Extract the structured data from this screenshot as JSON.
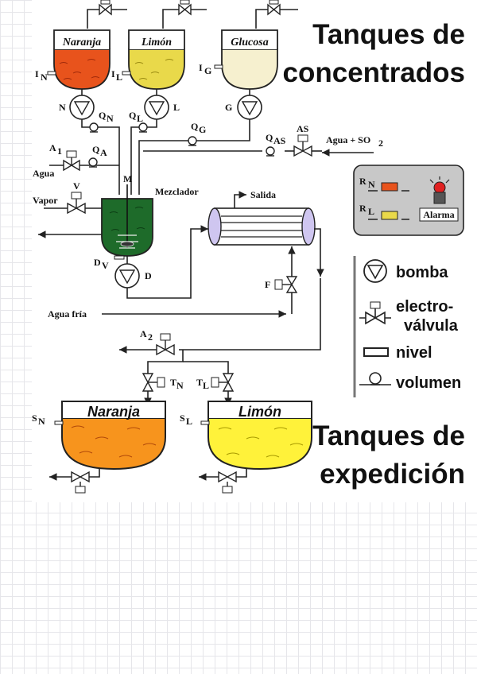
{
  "title_top": [
    "Tanques de",
    "concentrados"
  ],
  "title_bottom": [
    "Tanques de",
    "expedición"
  ],
  "tanks_top": [
    {
      "name": "Naranja",
      "level_label": "I",
      "level_sub": "N",
      "pump": "N",
      "flow": "Q",
      "flow_sub": "N"
    },
    {
      "name": "Limón",
      "level_label": "I",
      "level_sub": "L",
      "pump": "L",
      "flow": "Q",
      "flow_sub": "L"
    },
    {
      "name": "Glucosa",
      "level_label": "I",
      "level_sub": "G",
      "pump": "G",
      "flow": "Q",
      "flow_sub": "G"
    }
  ],
  "valves": {
    "as": "AS",
    "qas": "Q",
    "qas_sub": "AS",
    "agua_so2": "Agua + SO",
    "so2_sub": "2",
    "a1": "A",
    "a1_sub": "1",
    "qa": "Q",
    "qa_sub": "A",
    "agua": "Agua",
    "v": "V",
    "vapor": "Vapor",
    "m": "M",
    "mezclador": "Mezclador",
    "dv": "D",
    "dv_sub": "V",
    "d": "D",
    "salida": "Salida",
    "f": "F",
    "agua_fria": "Agua fría",
    "a2": "A",
    "a2_sub": "2",
    "tn": "T",
    "tn_sub": "N",
    "tl": "T",
    "tl_sub": "L"
  },
  "tanks_bottom": [
    {
      "name": "Naranja",
      "sensor": "S",
      "sensor_sub": "N"
    },
    {
      "name": "Limón",
      "sensor": "S",
      "sensor_sub": "L"
    }
  ],
  "alarm_panel": {
    "rn": "R",
    "rn_sub": "N",
    "rl": "R",
    "rl_sub": "L",
    "alarma": "Alarma"
  },
  "legend": {
    "bomba": "bomba",
    "electro": "electro-",
    "valvula": "válvula",
    "nivel": "nivel",
    "volumen": "volumen"
  },
  "colors": {
    "orange": "#e8531c",
    "yellow": "#e9d94a",
    "cream": "#f6f0cf",
    "green": "#1e6b2a",
    "big_orange": "#f7941d",
    "big_yellow": "#fff23a",
    "alarm_red": "#e02020"
  }
}
